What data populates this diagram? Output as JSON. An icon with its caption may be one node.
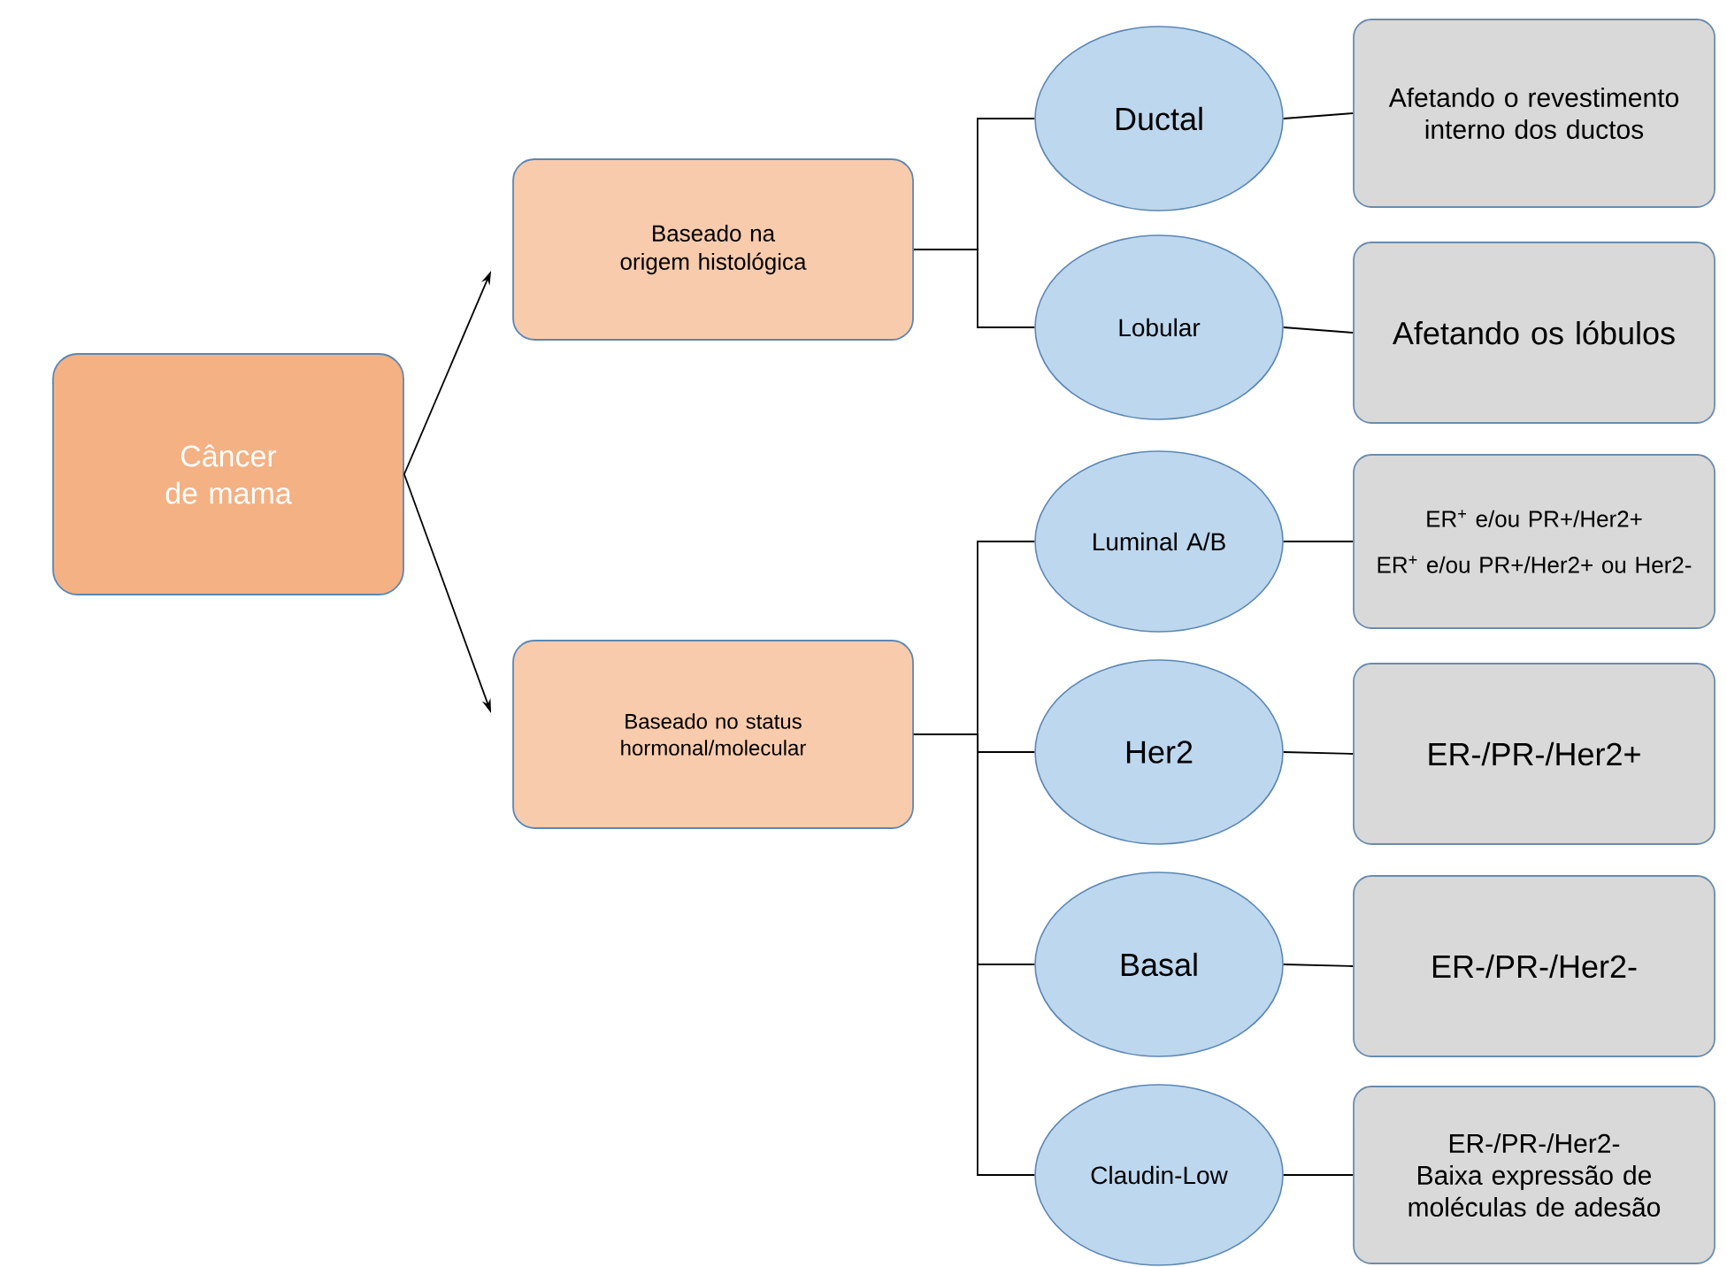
{
  "diagram": {
    "nodes": [
      {
        "text": [
          "Câncer de mama"
        ]
      },
      {
        "text": [
          "Baseado na origem histológica"
        ]
      },
      {
        "text": [
          "Baseado no status hormonal/molecular"
        ]
      },
      {
        "text": [
          "Ductal"
        ]
      },
      {
        "text": [
          "Lobular"
        ]
      },
      {
        "text": [
          "Luminal A/B"
        ]
      },
      {
        "text": [
          "Her2"
        ]
      },
      {
        "text": [
          "Basal"
        ]
      },
      {
        "text": [
          "Claudin-Low"
        ]
      },
      {
        "text": [
          "Afetando o revestimento interno dos ductos"
        ]
      },
      {
        "text": [
          "Afetando os lóbulos"
        ]
      },
      {
        "text": [
          "ER$^{+}$ e/ou PR+/Her2+",
          "ER$^{+}$ e/ou PR+/Her2+ ou Her2-"
        ]
      },
      {
        "text": [
          "ER-/PR-/Her2+"
        ]
      },
      {
        "text": [
          "ER-/PR-/Her2-"
        ]
      },
      {
        "text": [
          "ER-/PR-/Her2-",
          "Baixa expressão de moléculas de adesão"
        ]
      }
    ],
    "edges": [
      {
        "from": 0,
        "to": 1,
        "arrow": "to"
      },
      {
        "from": 0,
        "to": 2,
        "arrow": "to"
      },
      {
        "from": 1,
        "to": 3,
        "arrow": "none"
      },
      {
        "from": 1,
        "to": 4,
        "arrow": "none"
      },
      {
        "from": 2,
        "to": 5,
        "arrow": "none"
      },
      {
        "from": 2,
        "to": 6,
        "arrow": "none"
      },
      {
        "from": 2,
        "to": 7,
        "arrow": "none"
      },
      {
        "from": 2,
        "to": 8,
        "arrow": "none"
      },
      {
        "from": 3,
        "to": 9,
        "arrow": "none"
      },
      {
        "from": 4,
        "to": 10,
        "arrow": "none"
      },
      {
        "from": 5,
        "to": 11,
        "arrow": "none"
      },
      {
        "from": 6,
        "to": 12,
        "arrow": "none"
      },
      {
        "from": 7,
        "to": 13,
        "arrow": "none"
      },
      {
        "from": 8,
        "to": 14,
        "arrow": "none"
      }
    ]
  }
}
